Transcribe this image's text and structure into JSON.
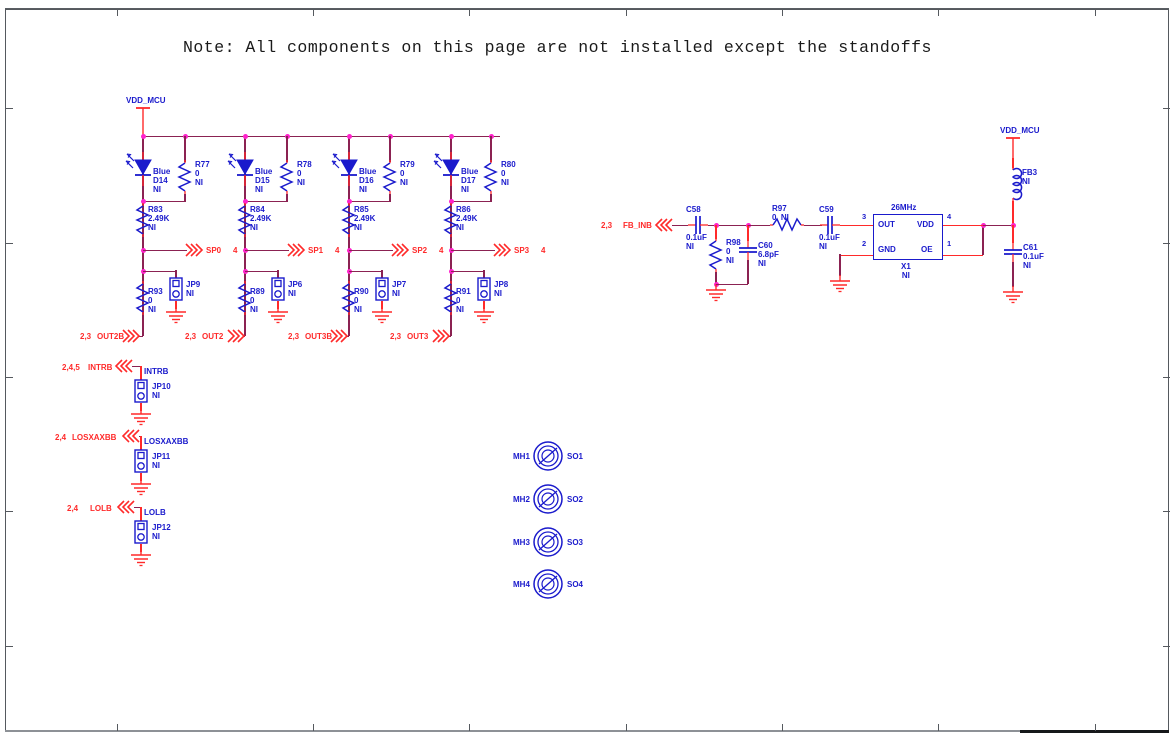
{
  "sheet": {
    "note": "Note:  All components on this page are not installed except the standoffs",
    "background": "#ffffff",
    "wire_color": "#8b2252",
    "pin_color": "#ff2a2a",
    "symbol_color": "#1a1acc",
    "junction_color": "#ff22cc"
  },
  "power_nets": [
    {
      "name": "VDD_MCU"
    },
    {
      "name": "VDD_MCU"
    }
  ],
  "led_branches": [
    {
      "led": {
        "ref": "D14",
        "type": "Blue",
        "note": "NI"
      },
      "shunt_res": {
        "ref": "R77",
        "value": "0",
        "note": "NI"
      },
      "series_res": {
        "ref": "R83",
        "value": "2.49K",
        "note": "NI"
      },
      "pull_res": {
        "ref": "R93",
        "value": "0",
        "note": "NI"
      },
      "jumper": {
        "ref": "JP9",
        "note": "NI"
      },
      "tap": {
        "name": "SP0",
        "page": "4"
      },
      "out": {
        "name": "OUT2B",
        "pages": "2,3"
      }
    },
    {
      "led": {
        "ref": "D15",
        "type": "Blue",
        "note": "NI"
      },
      "shunt_res": {
        "ref": "R78",
        "value": "0",
        "note": "NI"
      },
      "series_res": {
        "ref": "R84",
        "value": "2.49K",
        "note": "NI"
      },
      "pull_res": {
        "ref": "R89",
        "value": "0",
        "note": "NI"
      },
      "jumper": {
        "ref": "JP6",
        "note": "NI"
      },
      "tap": {
        "name": "SP1",
        "page": "4"
      },
      "out": {
        "name": "OUT2",
        "pages": "2,3"
      }
    },
    {
      "led": {
        "ref": "D16",
        "type": "Blue",
        "note": "NI"
      },
      "shunt_res": {
        "ref": "R79",
        "value": "0",
        "note": "NI"
      },
      "series_res": {
        "ref": "R85",
        "value": "2.49K",
        "note": "NI"
      },
      "pull_res": {
        "ref": "R90",
        "value": "0",
        "note": "NI"
      },
      "jumper": {
        "ref": "JP7",
        "note": "NI"
      },
      "tap": {
        "name": "SP2",
        "page": "4"
      },
      "out": {
        "name": "OUT3B",
        "pages": "2,3"
      }
    },
    {
      "led": {
        "ref": "D17",
        "type": "Blue",
        "note": "NI"
      },
      "shunt_res": {
        "ref": "R80",
        "value": "0",
        "note": "NI"
      },
      "series_res": {
        "ref": "R86",
        "value": "2.49K",
        "note": "NI"
      },
      "pull_res": {
        "ref": "R91",
        "value": "0",
        "note": "NI"
      },
      "jumper": {
        "ref": "JP8",
        "note": "NI"
      },
      "tap": {
        "name": "SP3",
        "page": "4"
      },
      "out": {
        "name": "OUT3",
        "pages": "2,3"
      }
    }
  ],
  "signal_jumpers": [
    {
      "pages": "2,4,5",
      "signal": "INTRB",
      "net_label": "INTRB",
      "jumper": {
        "ref": "JP10",
        "note": "NI"
      }
    },
    {
      "pages": "2,4",
      "signal": "LOSXAXBB",
      "net_label": "LOSXAXBB",
      "jumper": {
        "ref": "JP11",
        "note": "NI"
      }
    },
    {
      "pages": "2,4",
      "signal": "LOLB",
      "net_label": "LOLB",
      "jumper": {
        "ref": "JP12",
        "note": "NI"
      }
    }
  ],
  "oscillator": {
    "input_port": {
      "pages": "2,3",
      "name": "FB_INB"
    },
    "c58": {
      "ref": "C58",
      "value": "0.1uF",
      "note": "NI"
    },
    "r98": {
      "ref": "R98",
      "value": "0",
      "note": "NI"
    },
    "c60": {
      "ref": "C60",
      "value": "6.8pF",
      "note": "NI"
    },
    "r97": {
      "ref": "R97",
      "value": "0",
      "note": "NI",
      "value_note": "0  NI"
    },
    "c59": {
      "ref": "C59",
      "value": "0.1uF",
      "note": "NI"
    },
    "x1": {
      "ref": "X1",
      "freq": "26MHz",
      "note": "NI",
      "pins": [
        {
          "number": "3",
          "name": "OUT"
        },
        {
          "number": "4",
          "name": "VDD"
        },
        {
          "number": "2",
          "name": "GND"
        },
        {
          "number": "1",
          "name": "OE"
        }
      ]
    },
    "fb3": {
      "ref": "FB3",
      "note": "NI"
    },
    "c61": {
      "ref": "C61",
      "value": "0.1uF",
      "note": "NI"
    }
  },
  "mounting_holes": [
    {
      "ref": "MH1",
      "standoff": "SO1"
    },
    {
      "ref": "MH2",
      "standoff": "SO2"
    },
    {
      "ref": "MH3",
      "standoff": "SO3"
    },
    {
      "ref": "MH4",
      "standoff": "SO4"
    }
  ]
}
